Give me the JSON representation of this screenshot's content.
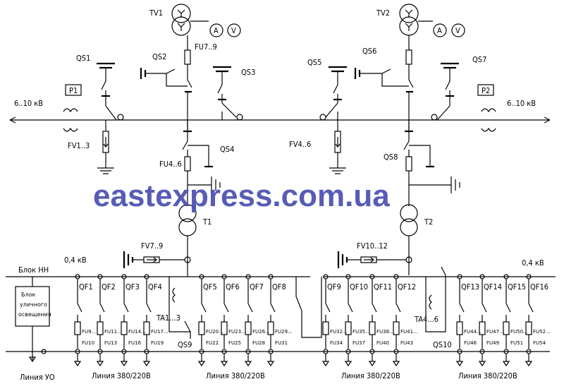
{
  "labels": {
    "tv1": "TV1",
    "tv2": "TV2",
    "fu7_9": "FU7..9",
    "qs1": "QS1",
    "qs2": "QS2",
    "qs3": "QS3",
    "qs4": "QS4",
    "qs5": "QS5",
    "qs6": "QS6",
    "qs7": "QS7",
    "qs8": "QS8",
    "qs9": "QS9",
    "qs10": "QS10",
    "p1": "P1",
    "p2": "P2",
    "hv_left": "6..10 кВ",
    "hv_right": "6..10 кВ",
    "fv1_3": "FV1..3",
    "fv4_6": "FV4..6",
    "fu4_6": "FU4..6",
    "t1": "T1",
    "t2": "T2",
    "fv7_9": "FV7..9",
    "fv10_12": "FV10..12",
    "lv_left": "0,4 кВ",
    "lv_right": "0,4 кВ",
    "block_nn": "Блок НН",
    "street_block_1": "Блок",
    "street_block_2": "уличного",
    "street_block_3": "освещения",
    "ta1_3": "TA1...3",
    "ta4_6": "TA4...6",
    "line_uo": "Линия УО",
    "line_380_1": "Линия 380/220В",
    "line_380_2": "Линия 380/220В",
    "line_380_3": "Линия 380/220В",
    "line_380_4": "Линия 380/220В",
    "meter_a": "A",
    "meter_v": "V",
    "watermark": "eastexpress.com.ua"
  },
  "breakers": [
    "QF1",
    "QF2",
    "QF3",
    "QF4",
    "QF5",
    "QF6",
    "QF7",
    "QF8",
    "QF9",
    "QF10",
    "QF11",
    "QF12",
    "QF13",
    "QF14",
    "QF15",
    "QF16"
  ],
  "fuse_labels": [
    [
      "FU9...",
      "FU10"
    ],
    [
      "FU11...",
      "FU13"
    ],
    [
      "FU14...",
      "FU16"
    ],
    [
      "FU17...",
      "FU19"
    ],
    [
      "FU20...",
      "FU22"
    ],
    [
      "FU23...",
      "FU25"
    ],
    [
      "FU26...",
      "FU28"
    ],
    [
      "FU29...",
      "FU31"
    ],
    [
      "FU32...",
      "FU34"
    ],
    [
      "FU35...",
      "FU37"
    ],
    [
      "FU38...",
      "FU40"
    ],
    [
      "FU41...",
      "FU43"
    ],
    [
      "FU44...",
      "FU46"
    ],
    [
      "FU47...",
      "FU49"
    ],
    [
      "FU50...",
      "FU51"
    ],
    [
      "FU52...",
      "FU54"
    ]
  ]
}
